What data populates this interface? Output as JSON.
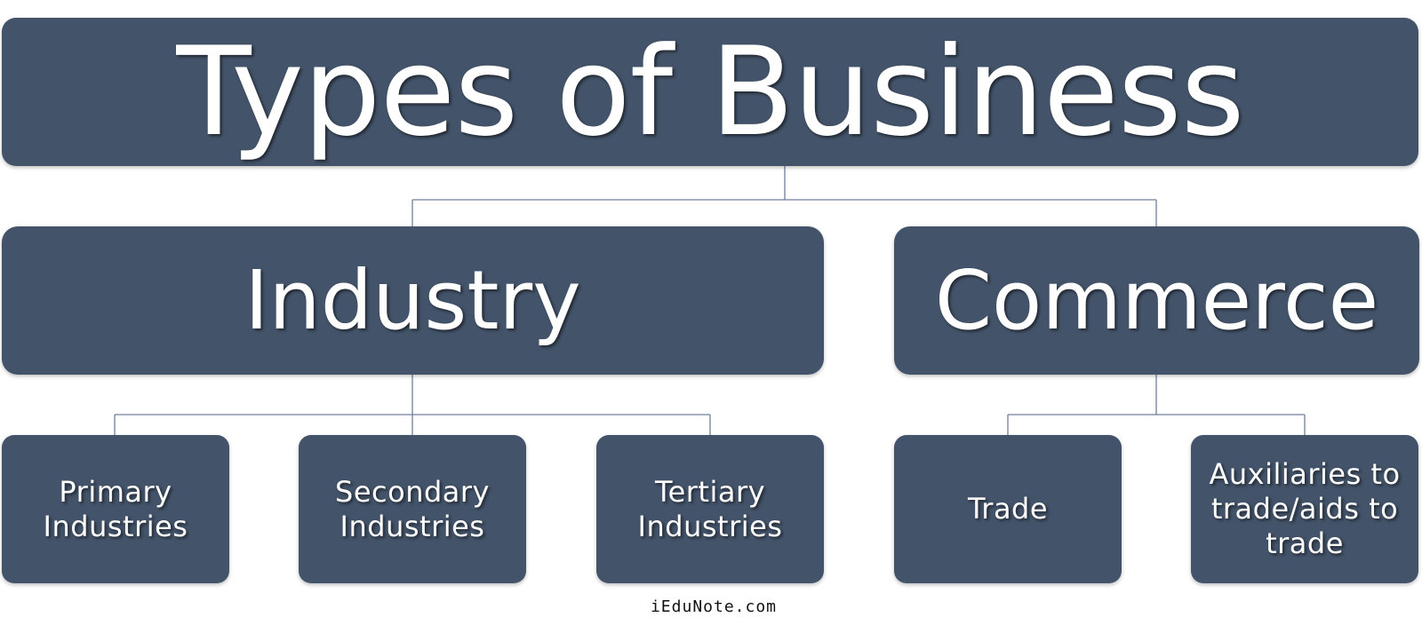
{
  "diagram": {
    "root": {
      "label": "Types of Business"
    },
    "branches": [
      {
        "label": "Industry",
        "children": [
          {
            "label": "Primary Industries"
          },
          {
            "label": "Secondary Industries"
          },
          {
            "label": "Tertiary Industries"
          }
        ]
      },
      {
        "label": "Commerce",
        "children": [
          {
            "label": "Trade"
          },
          {
            "label": "Auxiliaries to trade/aids to trade"
          }
        ]
      }
    ]
  },
  "watermark": "iEduNote.com",
  "colors": {
    "box_fill": "#435369",
    "box_text": "#ffffff",
    "connector": "#6f7f99",
    "background": "#ffffff"
  }
}
